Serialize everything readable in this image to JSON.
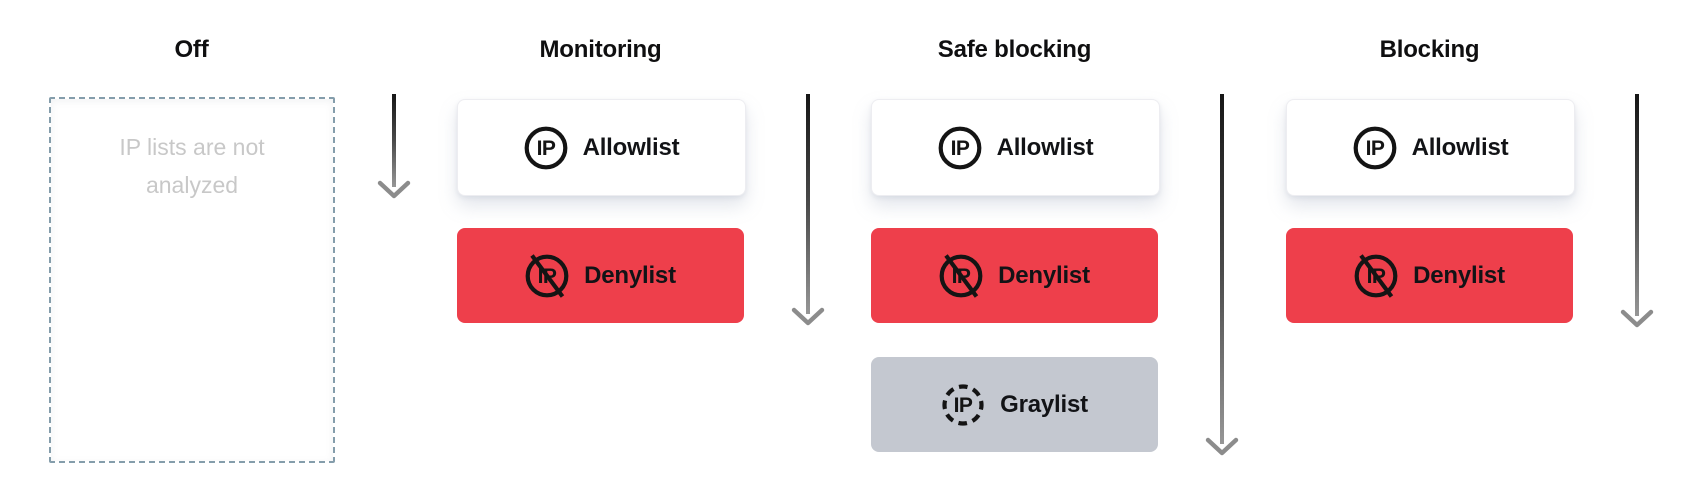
{
  "diagram": {
    "name": "ip-lists-filtration-modes",
    "icon_letters": "IP",
    "columns": [
      {
        "title": "Off",
        "empty_note": "IP lists are not analyzed",
        "cards": []
      },
      {
        "title": "Monitoring",
        "cards": [
          {
            "type": "allowlist",
            "label": "Allowlist",
            "icon": "ip-circle-icon"
          },
          {
            "type": "denylist",
            "label": "Denylist",
            "icon": "ip-circle-slash-icon"
          }
        ]
      },
      {
        "title": "Safe blocking",
        "cards": [
          {
            "type": "allowlist",
            "label": "Allowlist",
            "icon": "ip-circle-icon"
          },
          {
            "type": "denylist",
            "label": "Denylist",
            "icon": "ip-circle-slash-icon"
          },
          {
            "type": "graylist",
            "label": "Graylist",
            "icon": "ip-circle-dashed-icon"
          }
        ]
      },
      {
        "title": "Blocking",
        "cards": [
          {
            "type": "allowlist",
            "label": "Allowlist",
            "icon": "ip-circle-icon"
          },
          {
            "type": "denylist",
            "label": "Denylist",
            "icon": "ip-circle-slash-icon"
          }
        ]
      }
    ],
    "colors": {
      "title_text": "#0f0f10",
      "card_text": "#121316",
      "allowlist_bg": "#ffffff",
      "denylist_bg": "#ee3f4b",
      "graylist_bg": "#c4c8d0",
      "dashed_border": "#849dab",
      "empty_note_text": "#c8c8c8",
      "arrow_dark": "#161616",
      "arrow_light": "#969696"
    }
  }
}
